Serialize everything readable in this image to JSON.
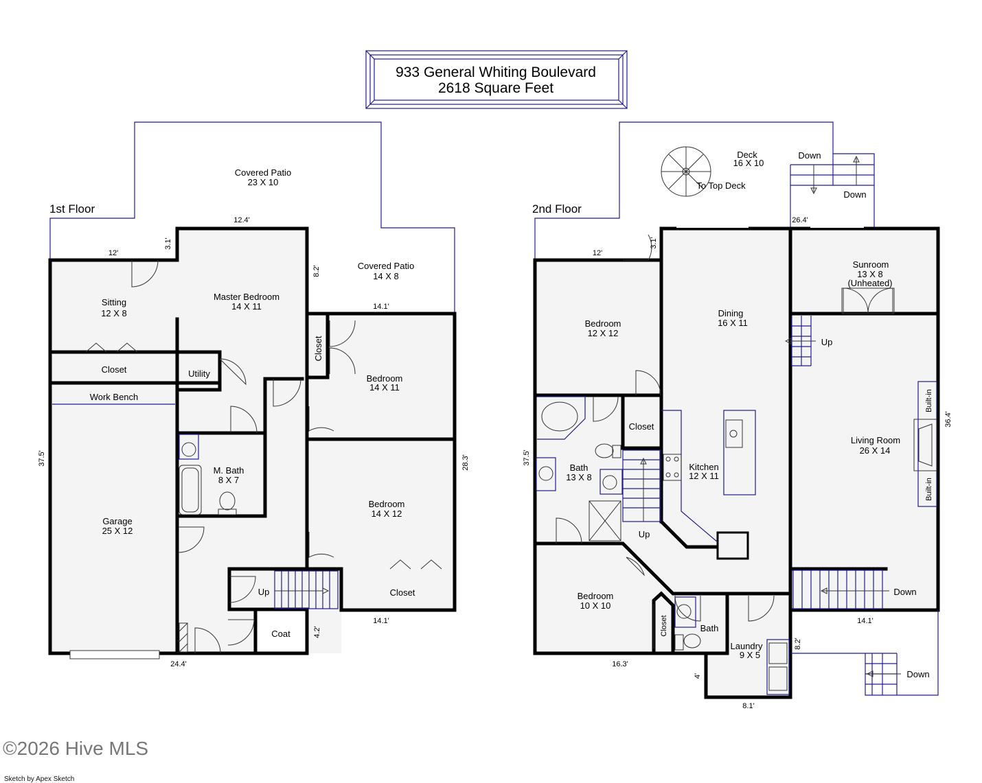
{
  "title": {
    "line1": "933 General Whiting Boulevard",
    "line2": "2618 Square Feet"
  },
  "floor1": {
    "label": "1st Floor",
    "rooms": {
      "covered_patio_top_name": "Covered Patio",
      "covered_patio_top_size": "23 X 10",
      "covered_patio_right_name": "Covered Patio",
      "covered_patio_right_size": "14 X 8",
      "sitting_name": "Sitting",
      "sitting_size": "12 X 8",
      "master_bedroom_name": "Master Bedroom",
      "master_bedroom_size": "14 X 11",
      "closet_left": "Closet",
      "utility": "Utility",
      "work_bench": "Work Bench",
      "closet_vertical": "Closet",
      "bedroom1_name": "Bedroom",
      "bedroom1_size": "14 X 11",
      "bedroom2_name": "Bedroom",
      "bedroom2_size": "14 X 12",
      "mbath_name": "M. Bath",
      "mbath_size": "8 X 7",
      "garage_name": "Garage",
      "garage_size": "25 X 12",
      "stair_up": "Up",
      "closet_bottom": "Closet",
      "coat": "Coat"
    },
    "dims": {
      "d_12_4": "12.4'",
      "d_12": "12'",
      "d_3_1": "3.1'",
      "d_8_2": "8.2'",
      "d_14_1_top": "14.1'",
      "d_37_5": "37.5'",
      "d_28_3": "28.3'",
      "d_14_1_bottom": "14.1'",
      "d_4_2": "4.2'",
      "d_24_4": "24.4'"
    }
  },
  "floor2": {
    "label": "2nd Floor",
    "rooms": {
      "deck_name": "Deck",
      "deck_size": "16 X 10",
      "to_top_deck": "To Top Deck",
      "down1": "Down",
      "down2": "Down",
      "bedroom1_name": "Bedroom",
      "bedroom1_size": "12 X 12",
      "dining_name": "Dining",
      "dining_size": "16 X 11",
      "sunroom_name": "Sunroom",
      "sunroom_size": "13 X 8",
      "sunroom_note": "(Unheated)",
      "up_right": "Up",
      "closet": "Closet",
      "kitchen_name": "Kitchen",
      "kitchen_size": "12 X 11",
      "bath_name": "Bath",
      "bath_size": "13 X 8",
      "stair_up": "Up",
      "living_name": "Living Room",
      "living_size": "26 X 14",
      "builtin1": "Built-in",
      "builtin2": "Built-in",
      "bedroom2_name": "Bedroom",
      "bedroom2_size": "10 X 10",
      "closet_vertical": "Closet",
      "bath2": "Bath",
      "laundry_name": "Laundry",
      "laundry_size": "9 X 5",
      "down_living": "Down",
      "down_outside": "Down"
    },
    "dims": {
      "d_26_4": "26.4'",
      "d_12": "12'",
      "d_3_1": "3.1'",
      "d_37_5": "37.5'",
      "d_36_4": "36.4'",
      "d_14_1": "14.1'",
      "d_8_2": "8.2'",
      "d_16_3": "16.3'",
      "d_4": "4'",
      "d_8_1": "8.1'"
    }
  },
  "footer": {
    "copyright": "©2026 Hive MLS",
    "credit": "Sketch by Apex Sketch"
  },
  "colors": {
    "wall": "#000000",
    "outline": "#1f1a8f",
    "floor_fill": "#f4f4f4"
  }
}
